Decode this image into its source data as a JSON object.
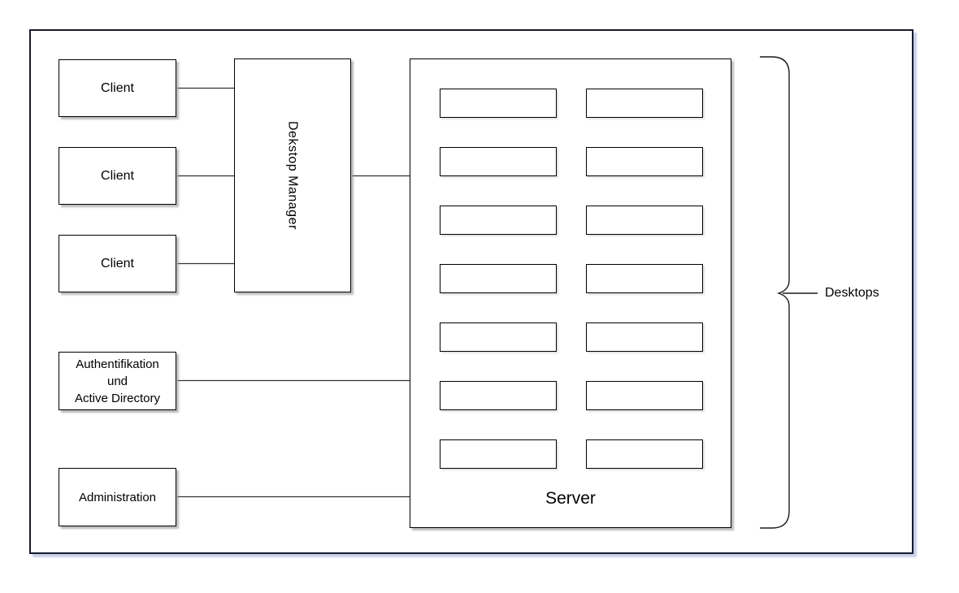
{
  "diagram": {
    "title_hint": "virtual desktop infrastructure diagram",
    "clients": [
      {
        "label": "Client"
      },
      {
        "label": "Client"
      },
      {
        "label": "Client"
      }
    ],
    "desktop_manager": {
      "label": "Dekstop Manager"
    },
    "server": {
      "label": "Server",
      "desktop_slots": {
        "rows": 7,
        "cols": 2
      }
    },
    "auth": {
      "label": "Authentifikation\nund\nActive Directory"
    },
    "admin": {
      "label": "Administration"
    },
    "brace": {
      "label": "Desktops"
    }
  },
  "colors": {
    "background": "#ffffff",
    "box_border": "#000000",
    "outer_border": "#161a2e",
    "outer_shadow": "#c9cee6",
    "box_shadow": "#a6a6a6",
    "connector": "#333333",
    "text": "#000000"
  }
}
